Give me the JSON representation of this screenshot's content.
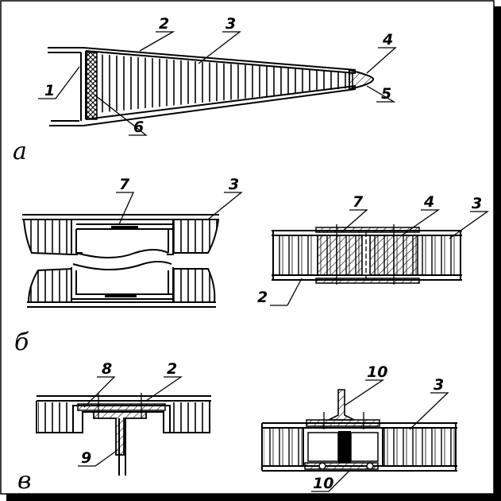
{
  "figure": {
    "sections": {
      "a": "а",
      "b": "б",
      "v": "в"
    },
    "callouts": {
      "n1": "1",
      "n2": "2",
      "n3": "3",
      "n4": "4",
      "n5": "5",
      "n6": "6",
      "n7": "7",
      "n8": "8",
      "n9": "9",
      "n10": "10"
    }
  }
}
